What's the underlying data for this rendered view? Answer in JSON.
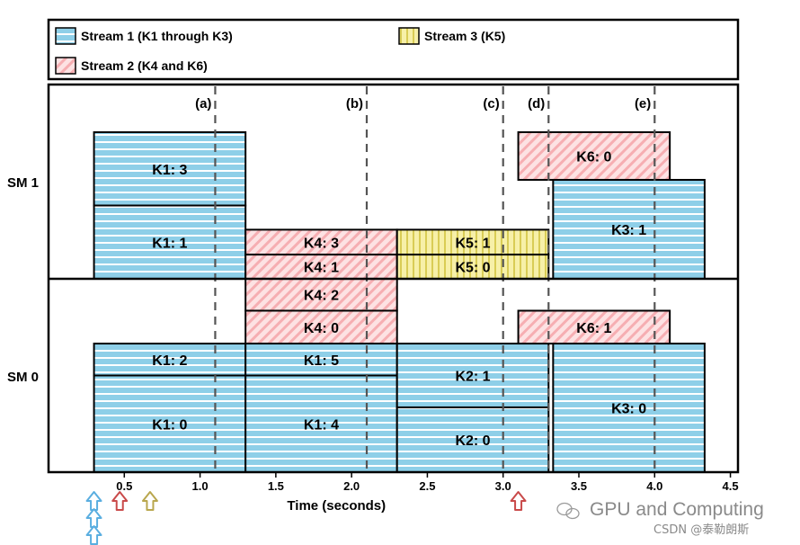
{
  "chart_data": {
    "type": "gantt",
    "xlabel": "Time (seconds)",
    "xlim": [
      0,
      4.55
    ],
    "xticks": [
      "0.5",
      "1.0",
      "1.5",
      "2.0",
      "2.5",
      "3.0",
      "3.5",
      "4.0",
      "4.5"
    ],
    "xtick_values": [
      0.5,
      1.0,
      1.5,
      2.0,
      2.5,
      3.0,
      3.5,
      4.0,
      4.5
    ],
    "grid": false,
    "legend_position": "top",
    "legend": [
      {
        "label": "Stream 1 (K1 through K3)",
        "pattern": "horizontal",
        "color": "#8ecfe8"
      },
      {
        "label": "Stream 3 (K5)",
        "pattern": "vertical",
        "color": "#f2eb94"
      },
      {
        "label": "Stream 2 (K4 and K6)",
        "pattern": "diagonal",
        "color": "#f6b8bc"
      }
    ],
    "rows": [
      "SM 1",
      "SM 0"
    ],
    "annotations": [
      {
        "label": "(a)",
        "x": 1.1
      },
      {
        "label": "(b)",
        "x": 2.1
      },
      {
        "label": "(c)",
        "x": 3.0
      },
      {
        "label": "(d)",
        "x": 3.3
      },
      {
        "label": "(e)",
        "x": 4.0
      }
    ],
    "tasks": [
      {
        "label": "K1: 3",
        "sm": "SM 1",
        "start": 0.3,
        "end": 1.3,
        "lane_start": 3,
        "lane_end": 4,
        "stream": 1
      },
      {
        "label": "K1: 1",
        "sm": "SM 1",
        "start": 0.3,
        "end": 1.3,
        "lane_start": 2,
        "lane_end": 3,
        "stream": 1
      },
      {
        "label": "K4: 3",
        "sm": "SM 1",
        "start": 1.3,
        "end": 2.3,
        "lane_start": 2.33,
        "lane_end": 2.67,
        "stream": 2
      },
      {
        "label": "K4: 1",
        "sm": "SM 1",
        "start": 1.3,
        "end": 2.3,
        "lane_start": 2,
        "lane_end": 2.33,
        "stream": 2
      },
      {
        "label": "K5: 1",
        "sm": "SM 1",
        "start": 2.3,
        "end": 3.3,
        "lane_start": 2.33,
        "lane_end": 2.67,
        "stream": 3
      },
      {
        "label": "K5: 0",
        "sm": "SM 1",
        "start": 2.3,
        "end": 3.3,
        "lane_start": 2,
        "lane_end": 2.33,
        "stream": 3
      },
      {
        "label": "K6: 0",
        "sm": "SM 1",
        "start": 3.1,
        "end": 4.1,
        "lane_start": 3.35,
        "lane_end": 4,
        "stream": 2
      },
      {
        "label": "K3: 1",
        "sm": "SM 1",
        "start": 3.33,
        "end": 4.33,
        "lane_start": 2,
        "lane_end": 3.35,
        "stream": 1
      },
      {
        "label": "K4: 2",
        "sm": "SM 0",
        "start": 1.3,
        "end": 2.3,
        "lane_start": 1.67,
        "lane_end": 2,
        "stream": 2
      },
      {
        "label": "K4: 0",
        "sm": "SM 0",
        "start": 1.3,
        "end": 2.3,
        "lane_start": 1.33,
        "lane_end": 1.67,
        "stream": 2
      },
      {
        "label": "K1: 2",
        "sm": "SM 0",
        "start": 0.3,
        "end": 1.3,
        "lane_start": 1,
        "lane_end": 1.33,
        "stream": 1
      },
      {
        "label": "K1: 0",
        "sm": "SM 0",
        "start": 0.3,
        "end": 1.3,
        "lane_start": 0,
        "lane_end": 1,
        "stream": 1
      },
      {
        "label": "K1: 5",
        "sm": "SM 0",
        "start": 1.3,
        "end": 2.3,
        "lane_start": 1,
        "lane_end": 1.33,
        "stream": 1
      },
      {
        "label": "K1: 4",
        "sm": "SM 0",
        "start": 1.3,
        "end": 2.3,
        "lane_start": 0,
        "lane_end": 1,
        "stream": 1
      },
      {
        "label": "K2: 1",
        "sm": "SM 0",
        "start": 2.3,
        "end": 3.3,
        "lane_start": 0.67,
        "lane_end": 1.33,
        "stream": 1
      },
      {
        "label": "K2: 0",
        "sm": "SM 0",
        "start": 2.3,
        "end": 3.3,
        "lane_start": 0,
        "lane_end": 0.67,
        "stream": 1
      },
      {
        "label": "K6: 1",
        "sm": "SM 0",
        "start": 3.1,
        "end": 4.1,
        "lane_start": 1.33,
        "lane_end": 1.67,
        "stream": 2
      },
      {
        "label": "K3: 0",
        "sm": "SM 0",
        "start": 3.33,
        "end": 4.33,
        "lane_start": 0,
        "lane_end": 1.33,
        "stream": 1
      }
    ],
    "launch_arrows": [
      {
        "x": 0.3,
        "stream": 1,
        "count": 3
      },
      {
        "x": 0.47,
        "stream": 2,
        "count": 1
      },
      {
        "x": 0.67,
        "stream": 3,
        "count": 1
      },
      {
        "x": 3.1,
        "stream": 2,
        "count": 1
      }
    ]
  },
  "watermark": {
    "line1": "GPU and Computing",
    "line2": "CSDN @泰勒朗斯"
  }
}
